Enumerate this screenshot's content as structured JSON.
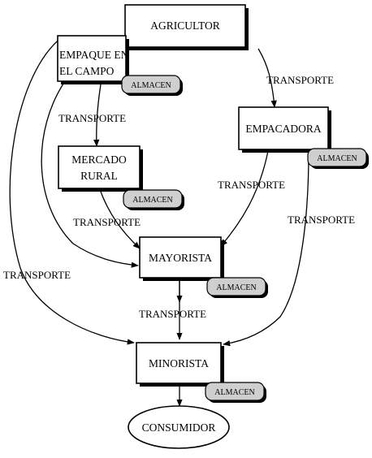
{
  "nodes": {
    "agricultor": "AGRICULTOR",
    "empaque_line1": "EMPAQUE EN",
    "empaque_line2": "EL CAMPO",
    "empacadora": "EMPACADORA",
    "mercado_line1": "MERCADO",
    "mercado_line2": "RURAL",
    "mayorista": "MAYORISTA",
    "minorista": "MINORISTA",
    "consumidor": "CONSUMIDOR"
  },
  "storage_label": "ALMACEN",
  "transport_label": "TRANSPORTE"
}
